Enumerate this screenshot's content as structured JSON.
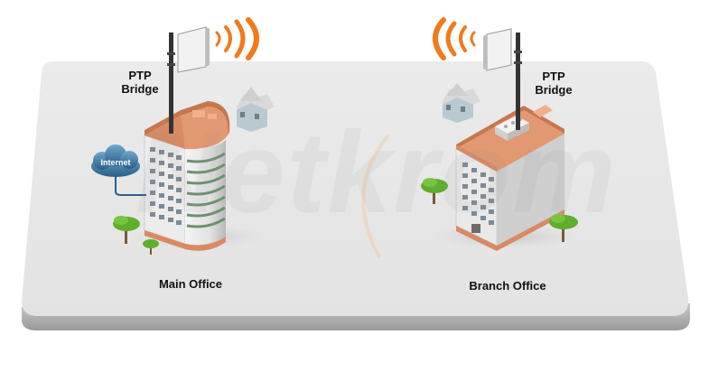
{
  "main_site": {
    "bridge_label_line1": "PTP",
    "bridge_label_line2": "Bridge",
    "office_label": "Main Office",
    "cloud_label": "Internet"
  },
  "branch_site": {
    "bridge_label_line1": "PTP",
    "bridge_label_line2": "Bridge",
    "office_label": "Branch Office"
  },
  "watermark": "Netkrom",
  "icons": [
    "internet-cloud-icon",
    "antenna-icon",
    "signal-waves-icon",
    "office-building-icon",
    "house-icon",
    "tree-icon"
  ],
  "colors": {
    "platform": "#e6e6e6",
    "roof": "#e0916a",
    "signal": "#f07a1e",
    "cloud": "#2f6f9a"
  }
}
